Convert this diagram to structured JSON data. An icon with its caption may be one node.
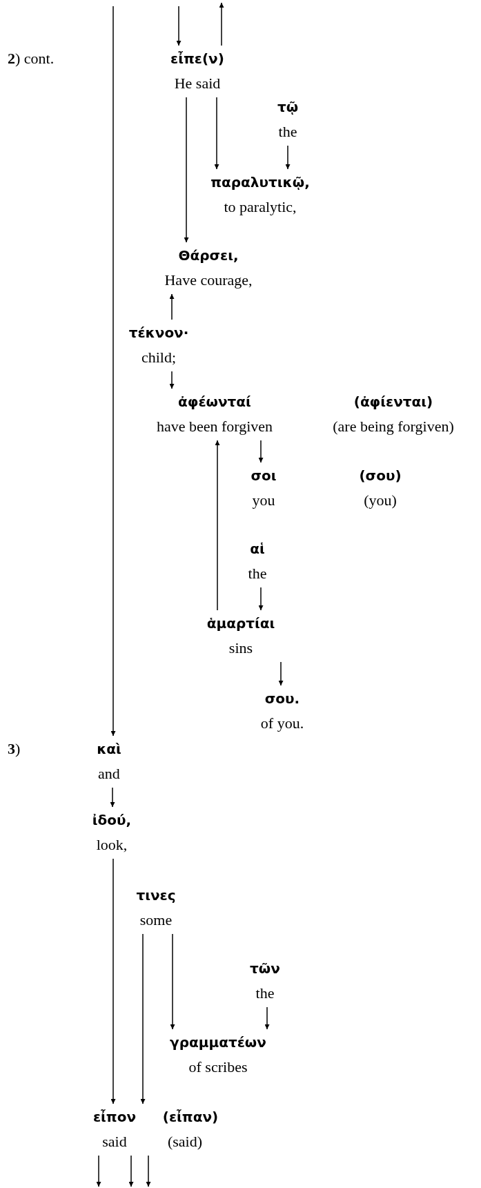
{
  "diagram": {
    "nodes": [
      {
        "text": [
          "εἶπε(ν)",
          "He said"
        ]
      },
      {
        "text": [
          "τῷ",
          "the"
        ]
      },
      {
        "text": [
          "παραλυτικῷ,",
          "to paralytic,"
        ]
      },
      {
        "text": [
          "Θάρσει,",
          "Have courage,"
        ]
      },
      {
        "text": [
          "τέκνον·",
          "child;"
        ]
      },
      {
        "text": [
          "ἀφέωνταί",
          "have been forgiven"
        ]
      },
      {
        "text": [
          "σοι",
          "you"
        ]
      },
      {
        "text": [
          "αἱ",
          "the"
        ]
      },
      {
        "text": [
          "ἁμαρτίαι",
          "sins"
        ]
      },
      {
        "text": [
          "σου.",
          "of you."
        ]
      },
      {
        "text": [
          "καὶ",
          "and"
        ]
      },
      {
        "text": [
          "ἰδού,",
          "look,"
        ]
      },
      {
        "text": [
          "τινες",
          "some"
        ]
      },
      {
        "text": [
          "τῶν",
          "the"
        ]
      },
      {
        "text": [
          "γραμματέων",
          "of scribes"
        ]
      },
      {
        "text": [
          "εἶπον",
          "said"
        ]
      }
    ],
    "edges": [
      {
        "from": null,
        "to": 10,
        "arrow": "to"
      },
      {
        "from": null,
        "to": 0,
        "arrow": "to"
      },
      {
        "from": 0,
        "to": null,
        "arrow": "to"
      },
      {
        "from": 0,
        "to": 3,
        "arrow": "to"
      },
      {
        "from": 0,
        "to": 2,
        "arrow": "to"
      },
      {
        "from": 1,
        "to": 2,
        "arrow": "to"
      },
      {
        "from": 4,
        "to": 3,
        "arrow": "to"
      },
      {
        "from": 4,
        "to": 5,
        "arrow": "to"
      },
      {
        "from": 5,
        "to": 6,
        "arrow": "to"
      },
      {
        "from": 8,
        "to": 5,
        "arrow": "to"
      },
      {
        "from": 7,
        "to": 8,
        "arrow": "to"
      },
      {
        "from": 8,
        "to": 9,
        "arrow": "to"
      },
      {
        "from": 10,
        "to": 11,
        "arrow": "to"
      },
      {
        "from": 11,
        "to": 15,
        "arrow": "to"
      },
      {
        "from": 12,
        "to": 15,
        "arrow": "to"
      },
      {
        "from": 12,
        "to": 14,
        "arrow": "to"
      },
      {
        "from": 13,
        "to": 14,
        "arrow": "to"
      },
      {
        "from": 15,
        "to": null,
        "arrow": "to"
      },
      {
        "from": 15,
        "to": null,
        "arrow": "to"
      },
      {
        "from": 15,
        "to": null,
        "arrow": "to"
      }
    ],
    "labels": [
      "**2**) cont.",
      "(ἀφίενται)",
      "(are being forgiven)",
      "(σου)",
      "(you)",
      "**3**)",
      "(εἶπαν)",
      "(said)"
    ]
  }
}
